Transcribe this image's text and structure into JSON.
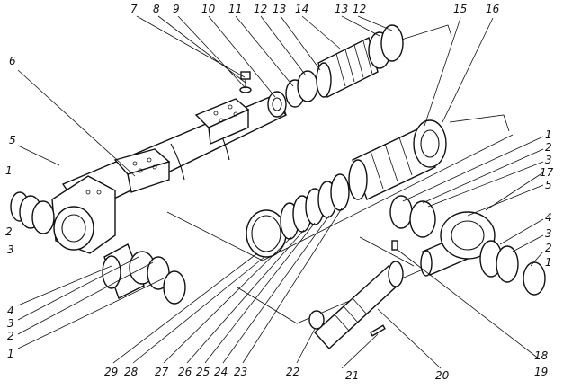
{
  "labels": {
    "p1": "1",
    "p2": "2",
    "p3": "3",
    "p4": "4",
    "p5": "5",
    "p6": "6",
    "p7": "7",
    "p8": "8",
    "p9": "9",
    "p10": "10",
    "p11": "11",
    "p12": "12",
    "p13": "13",
    "p14": "14",
    "p15": "15",
    "p16": "16",
    "p17": "17",
    "p18": "18",
    "p19": "19",
    "p20": "20",
    "p21": "21",
    "p22": "22",
    "p23": "23",
    "p24": "24",
    "p25": "25",
    "p26": "26",
    "p27": "27",
    "p28": "28",
    "p29": "29"
  }
}
